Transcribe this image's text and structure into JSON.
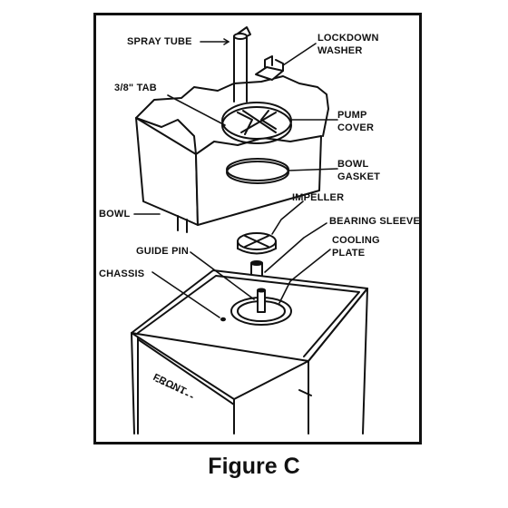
{
  "labels": {
    "spray_tube": "SPRAY TUBE",
    "lockdown_washer_line1": "LOCKDOWN",
    "lockdown_washer_line2": "WASHER",
    "tab": "3/8\" TAB",
    "pump_cover_line1": "PUMP",
    "pump_cover_line2": "COVER",
    "bowl_gasket_line1": "BOWL",
    "bowl_gasket_line2": "GASKET",
    "impeller": "IMPELLER",
    "bearing_sleeve": "BEARING SLEEVE",
    "cooling_plate_line1": "COOLING",
    "cooling_plate_line2": "PLATE",
    "bowl": "BOWL",
    "guide_pin": "GUIDE PIN",
    "chassis": "CHASSIS",
    "front": "FRONT"
  },
  "caption": "Figure C"
}
